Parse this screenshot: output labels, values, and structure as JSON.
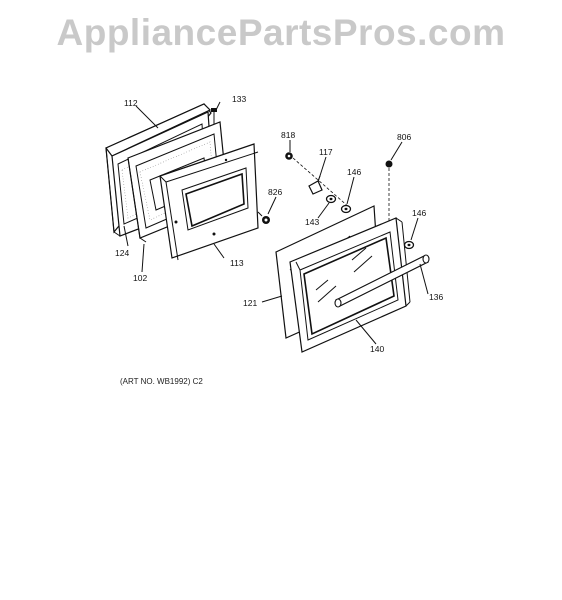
{
  "watermark": "AppliancePartsPros.com",
  "caption": "(ART NO. WB1992) C2",
  "parts": {
    "p112": "112",
    "p133": "133",
    "p124": "124",
    "p102": "102",
    "p113": "113",
    "p826": "826",
    "p818": "818",
    "p117": "117",
    "p146a": "146",
    "p143": "143",
    "p806": "806",
    "p146b": "146",
    "p121": "121",
    "p136": "136",
    "p140": "140"
  }
}
